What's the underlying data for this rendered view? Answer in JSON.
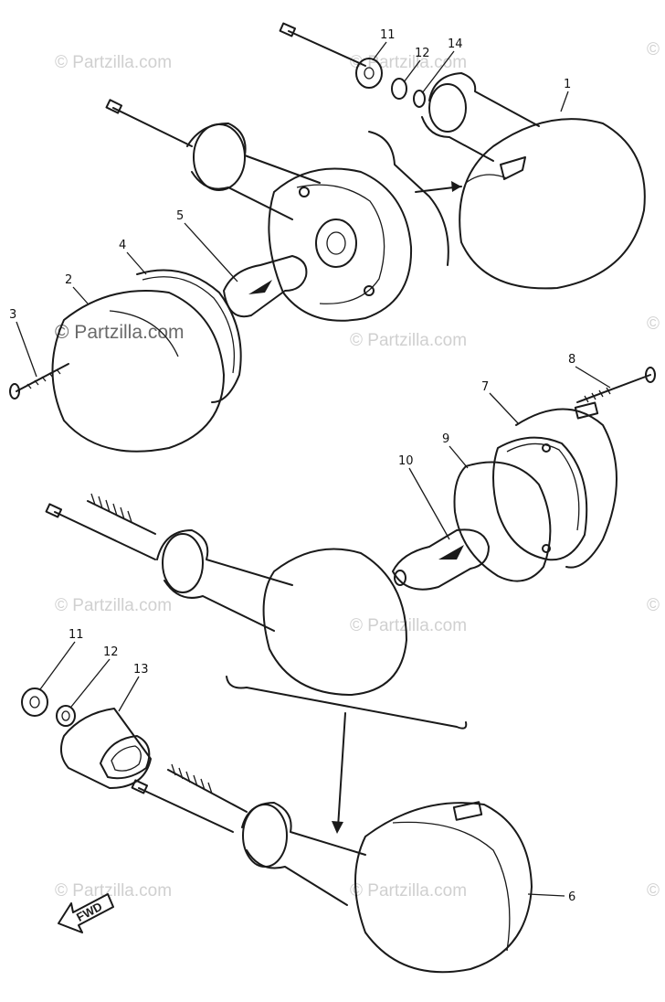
{
  "watermark": {
    "text": "© Partzilla.com"
  },
  "callouts": {
    "c1": "1",
    "c2": "2",
    "c3": "3",
    "c4": "4",
    "c5": "5",
    "c6": "6",
    "c7": "7",
    "c8": "8",
    "c9": "9",
    "c10": "10",
    "c11a": "11",
    "c12a": "12",
    "c14": "14",
    "c11b": "11",
    "c12b": "12",
    "c13": "13"
  },
  "fwd_label": "FWD",
  "colors": {
    "ink": "#1a1a1a",
    "watermark": "#c8c8c8",
    "background": "#ffffff"
  }
}
